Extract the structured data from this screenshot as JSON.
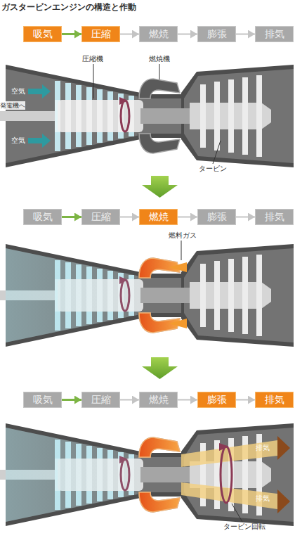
{
  "diagram": {
    "title": "ガスタービンエンジンの構造と作動",
    "nodes": [
      {
        "text": [
          "吸気"
        ]
      },
      {
        "text": [
          "圧縮"
        ]
      },
      {
        "text": [
          "燃焼"
        ]
      },
      {
        "text": [
          "膨張"
        ]
      },
      {
        "text": [
          "排気"
        ]
      },
      {
        "text": [
          "吸気"
        ]
      },
      {
        "text": [
          "圧縮"
        ]
      },
      {
        "text": [
          "燃焼"
        ]
      },
      {
        "text": [
          "膨張"
        ]
      },
      {
        "text": [
          "排気"
        ]
      },
      {
        "text": [
          "吸気"
        ]
      },
      {
        "text": [
          "圧縮"
        ]
      },
      {
        "text": [
          "燃焼"
        ]
      },
      {
        "text": [
          "膨張"
        ]
      },
      {
        "text": [
          "排気"
        ]
      }
    ],
    "edges": [
      {
        "from": 0,
        "to": 1,
        "arrow": "to"
      },
      {
        "from": 1,
        "to": 2,
        "arrow": "to"
      },
      {
        "from": 2,
        "to": 3,
        "arrow": "to"
      },
      {
        "from": 3,
        "to": 4,
        "arrow": "to"
      },
      {
        "from": 5,
        "to": 6,
        "arrow": "to"
      },
      {
        "from": 6,
        "to": 7,
        "arrow": "to"
      },
      {
        "from": 7,
        "to": 8,
        "arrow": "to"
      },
      {
        "from": 8,
        "to": 9,
        "arrow": "to"
      },
      {
        "from": 10,
        "to": 11,
        "arrow": "to"
      },
      {
        "from": 11,
        "to": 12,
        "arrow": "to"
      },
      {
        "from": 12,
        "to": 13,
        "arrow": "to"
      },
      {
        "from": 13,
        "to": 14,
        "arrow": "to"
      }
    ],
    "labels": [
      "圧縮機",
      "燃焼機",
      "発電機へ",
      "空気",
      "空気",
      "タービン",
      "燃料ガス",
      "排気",
      "排気",
      "タービン回転"
    ]
  }
}
